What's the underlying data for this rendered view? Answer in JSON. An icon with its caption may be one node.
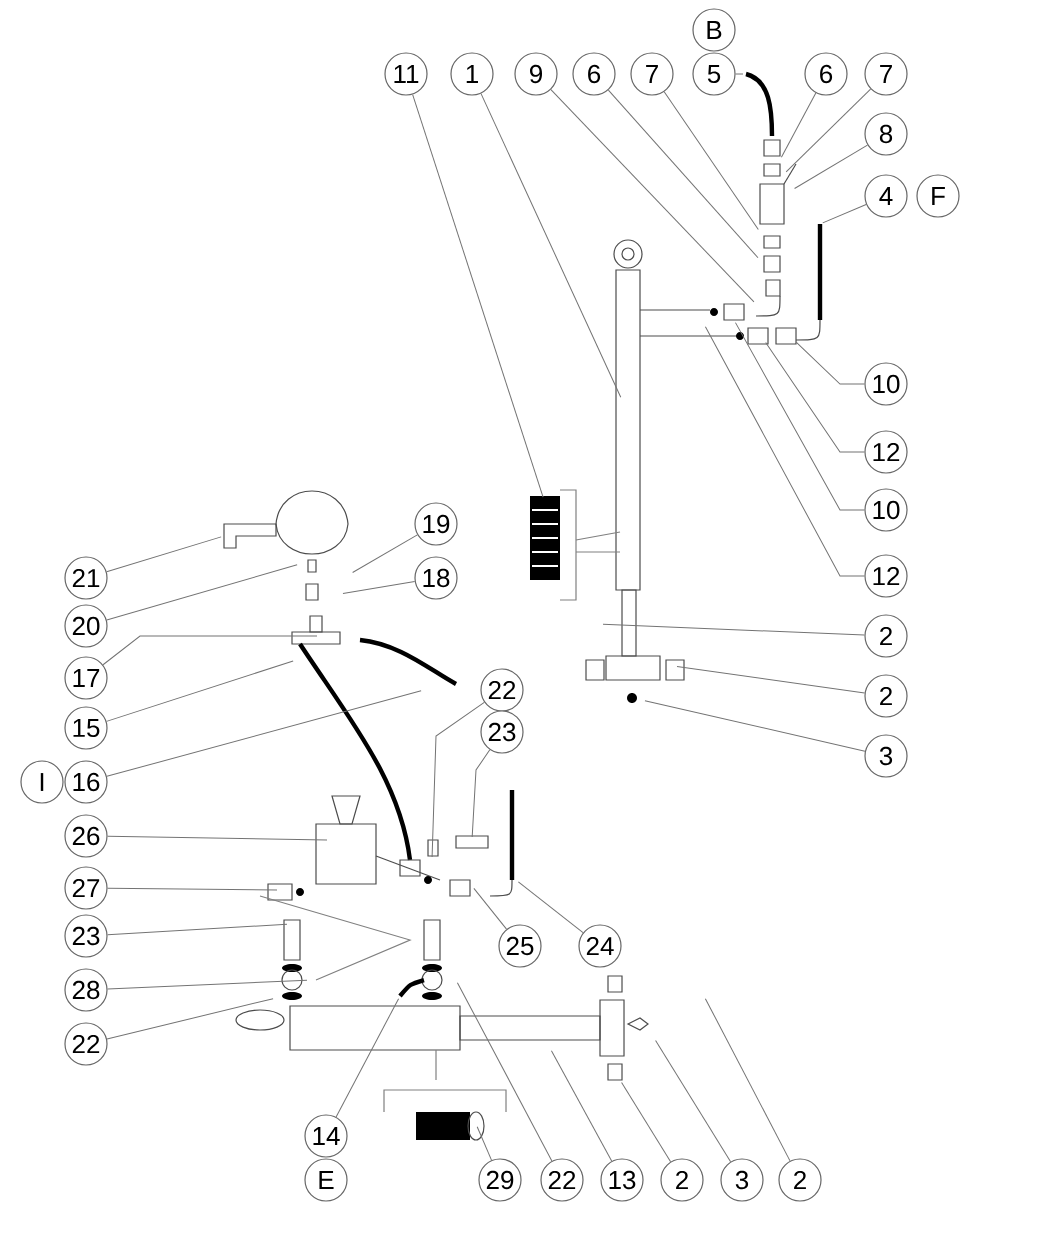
{
  "diagram": {
    "nodes": [
      {
        "text": [
          "B"
        ]
      },
      {
        "text": [
          "11"
        ]
      },
      {
        "text": [
          "1"
        ]
      },
      {
        "text": [
          "9"
        ]
      },
      {
        "text": [
          "6"
        ]
      },
      {
        "text": [
          "7"
        ]
      },
      {
        "text": [
          "5"
        ]
      },
      {
        "text": [
          "6"
        ]
      },
      {
        "text": [
          "7"
        ]
      },
      {
        "text": [
          "8"
        ]
      },
      {
        "text": [
          "4"
        ]
      },
      {
        "text": [
          "F"
        ]
      },
      {
        "text": [
          "10"
        ]
      },
      {
        "text": [
          "12"
        ]
      },
      {
        "text": [
          "10"
        ]
      },
      {
        "text": [
          "19"
        ]
      },
      {
        "text": [
          "12"
        ]
      },
      {
        "text": [
          "21"
        ]
      },
      {
        "text": [
          "18"
        ]
      },
      {
        "text": [
          "20"
        ]
      },
      {
        "text": [
          "2"
        ]
      },
      {
        "text": [
          "17"
        ]
      },
      {
        "text": [
          "22"
        ]
      },
      {
        "text": [
          "15"
        ]
      },
      {
        "text": [
          "2"
        ]
      },
      {
        "text": [
          "23"
        ]
      },
      {
        "text": [
          "3"
        ]
      },
      {
        "text": [
          "I"
        ]
      },
      {
        "text": [
          "16"
        ]
      },
      {
        "text": [
          "26"
        ]
      },
      {
        "text": [
          "27"
        ]
      },
      {
        "text": [
          "23"
        ]
      },
      {
        "text": [
          "25"
        ]
      },
      {
        "text": [
          "24"
        ]
      },
      {
        "text": [
          "28"
        ]
      },
      {
        "text": [
          "22"
        ]
      },
      {
        "text": [
          "14"
        ]
      },
      {
        "text": [
          "E"
        ]
      },
      {
        "text": [
          "29"
        ]
      },
      {
        "text": [
          "22"
        ]
      },
      {
        "text": [
          "13"
        ]
      },
      {
        "text": [
          "2"
        ]
      },
      {
        "text": [
          "3"
        ]
      },
      {
        "text": [
          "2"
        ]
      }
    ],
    "edges": [
      {
        "from": 1,
        "to": null,
        "arrow": "none"
      },
      {
        "from": 2,
        "to": null,
        "arrow": "none"
      },
      {
        "from": 3,
        "to": null,
        "arrow": "none"
      },
      {
        "from": 4,
        "to": null,
        "arrow": "none"
      },
      {
        "from": 5,
        "to": null,
        "arrow": "none"
      },
      {
        "from": 6,
        "to": null,
        "arrow": "none"
      },
      {
        "from": 7,
        "to": null,
        "arrow": "none"
      },
      {
        "from": 8,
        "to": null,
        "arrow": "none"
      },
      {
        "from": 9,
        "to": null,
        "arrow": "none"
      },
      {
        "from": 10,
        "to": null,
        "arrow": "none"
      },
      {
        "from": 12,
        "to": null,
        "arrow": "none"
      },
      {
        "from": 13,
        "to": null,
        "arrow": "none"
      },
      {
        "from": 14,
        "to": null,
        "arrow": "none"
      },
      {
        "from": 16,
        "to": null,
        "arrow": "none"
      },
      {
        "from": 20,
        "to": null,
        "arrow": "none"
      },
      {
        "from": 24,
        "to": null,
        "arrow": "none"
      },
      {
        "from": 26,
        "to": null,
        "arrow": "none"
      },
      {
        "from": 15,
        "to": null,
        "arrow": "none"
      },
      {
        "from": 18,
        "to": null,
        "arrow": "none"
      },
      {
        "from": 17,
        "to": null,
        "arrow": "none"
      },
      {
        "from": 19,
        "to": null,
        "arrow": "none"
      },
      {
        "from": 21,
        "to": null,
        "arrow": "none"
      },
      {
        "from": 23,
        "to": null,
        "arrow": "none"
      },
      {
        "from": 28,
        "to": null,
        "arrow": "none"
      },
      {
        "from": 22,
        "to": null,
        "arrow": "none"
      },
      {
        "from": 25,
        "to": null,
        "arrow": "none"
      },
      {
        "from": 29,
        "to": null,
        "arrow": "none"
      },
      {
        "from": 30,
        "to": null,
        "arrow": "none"
      },
      {
        "from": 31,
        "to": null,
        "arrow": "none"
      },
      {
        "from": 32,
        "to": null,
        "arrow": "none"
      },
      {
        "from": 33,
        "to": null,
        "arrow": "none"
      },
      {
        "from": 34,
        "to": null,
        "arrow": "none"
      },
      {
        "from": 35,
        "to": null,
        "arrow": "none"
      },
      {
        "from": 36,
        "to": null,
        "arrow": "none"
      },
      {
        "from": 38,
        "to": null,
        "arrow": "none"
      },
      {
        "from": 39,
        "to": null,
        "arrow": "none"
      },
      {
        "from": 40,
        "to": null,
        "arrow": "none"
      },
      {
        "from": 41,
        "to": null,
        "arrow": "none"
      },
      {
        "from": 42,
        "to": null,
        "arrow": "none"
      },
      {
        "from": 43,
        "to": null,
        "arrow": "none"
      }
    ]
  }
}
